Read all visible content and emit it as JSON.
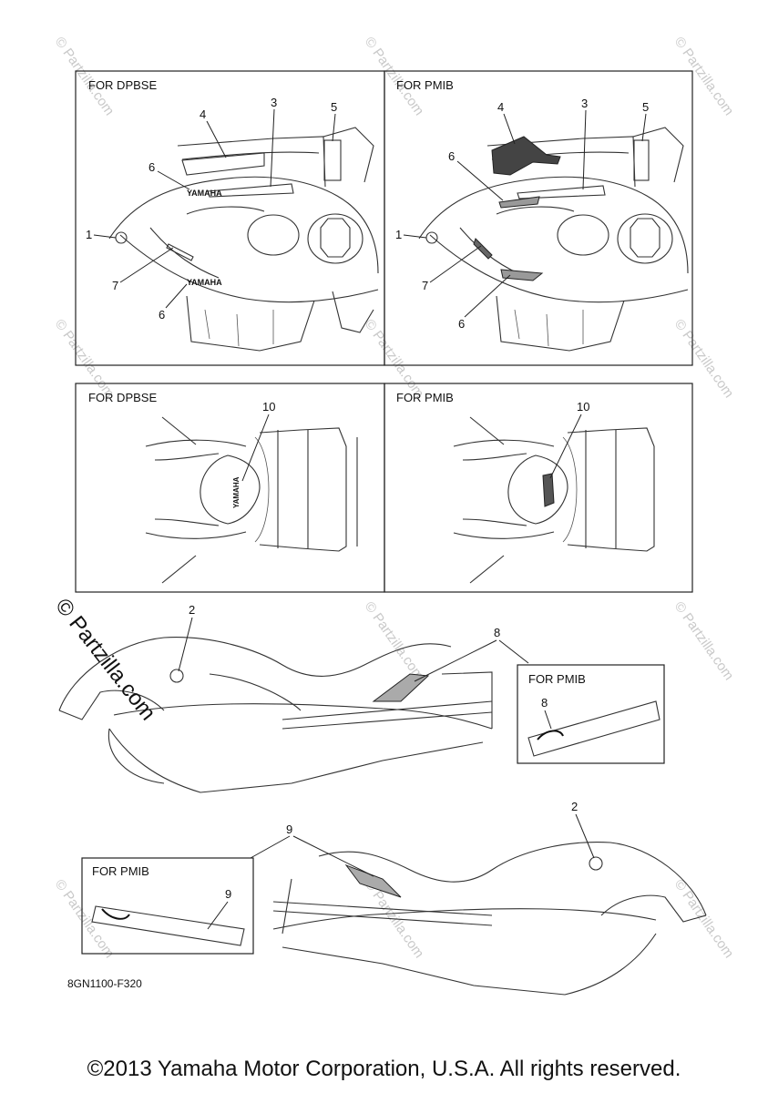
{
  "panels": {
    "top_left_title": "FOR DPBSE",
    "top_right_title": "FOR PMIB",
    "mid_left_title": "FOR DPBSE",
    "mid_right_title": "FOR PMIB",
    "inset_right_title": "FOR PMIB",
    "inset_left_title": "FOR PMIB"
  },
  "callouts": {
    "n1": "1",
    "n2": "2",
    "n3": "3",
    "n4": "4",
    "n5": "5",
    "n6": "6",
    "n7": "7",
    "n8": "8",
    "n9": "9",
    "n10": "10"
  },
  "decal_text": {
    "yamaha": "YAMAHA"
  },
  "watermark": {
    "text": "© Partzilla.com"
  },
  "diagram_code": "8GN1100-F320",
  "footer": "©2013 Yamaha Motor Corporation, U.S.A. All rights reserved."
}
